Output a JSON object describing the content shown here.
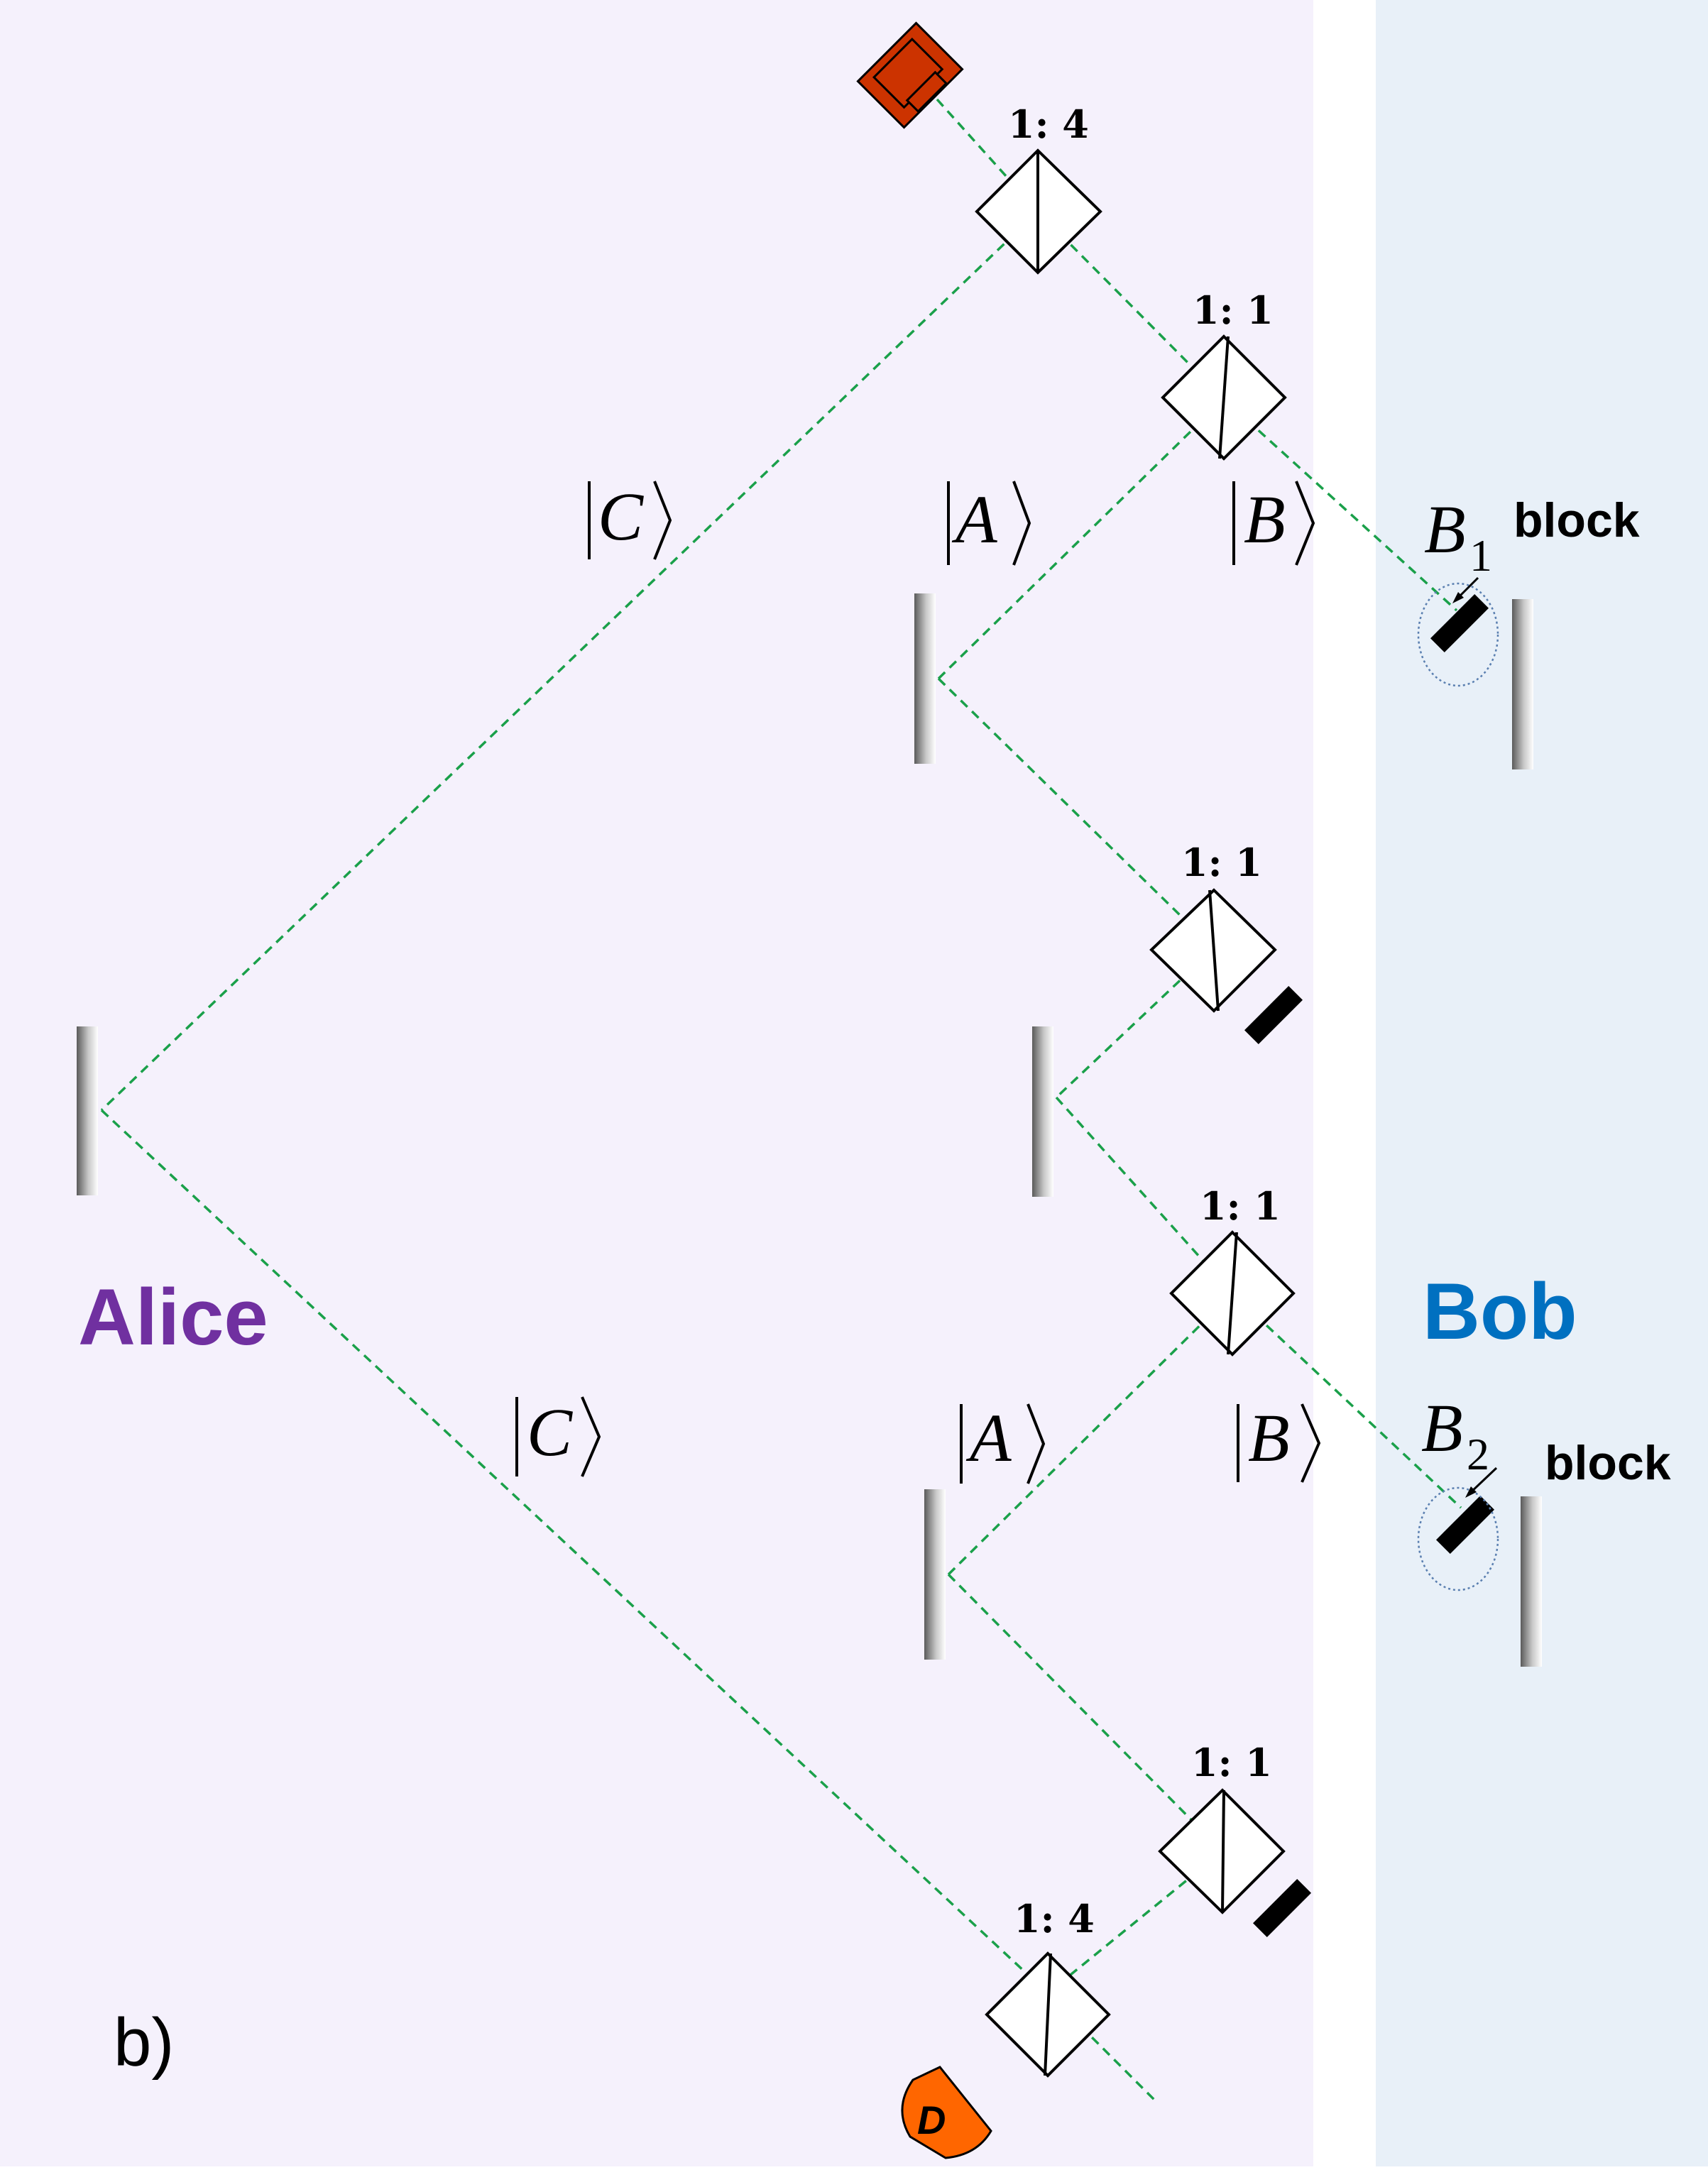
{
  "regions": {
    "alice": {
      "name": "Alice",
      "color": "#7030a0",
      "background": "#f5f1fc"
    },
    "bob": {
      "name": "Bob",
      "color": "#0070c0",
      "background": "#e8f0f8"
    }
  },
  "panel_label": "b)",
  "beamsplitters": {
    "top": "1: 4",
    "bs_b_top": "1: 1",
    "bs_a_top": "1: 1",
    "bs_b_bottom": "1: 1",
    "bs_a_bottom": "1: 1",
    "bottom": "1: 4"
  },
  "kets": {
    "c_top": "C",
    "a_top": "A",
    "b_top": "B",
    "c_bottom": "C",
    "a_bottom": "A",
    "b_bottom": "B"
  },
  "blocks": {
    "b1": {
      "name": "B",
      "sub": "1",
      "label": "block"
    },
    "b2": {
      "name": "B",
      "sub": "2",
      "label": "block"
    }
  },
  "detector": {
    "label": "D",
    "color": "#ff6600"
  },
  "source": {
    "color": "#cc3300"
  },
  "beam_color": "#1aa04a"
}
